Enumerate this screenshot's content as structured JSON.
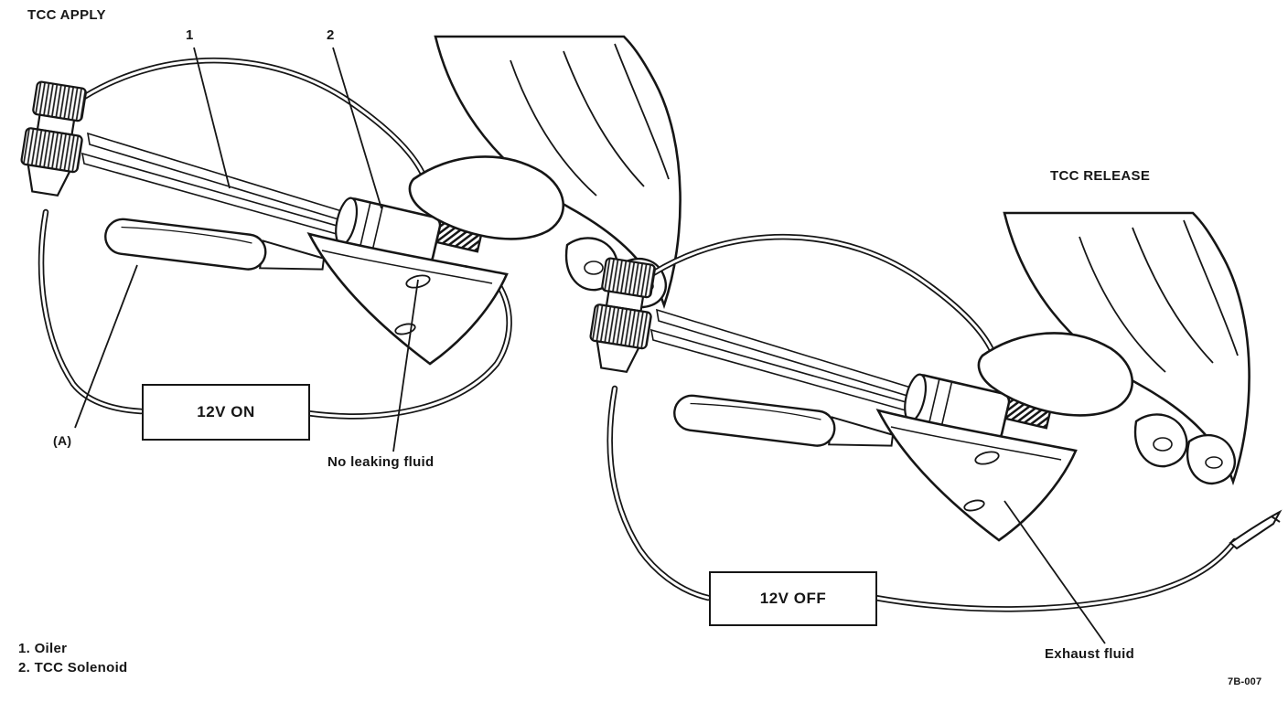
{
  "figure": {
    "panels": {
      "apply": {
        "title": "TCC APPLY",
        "callout_1": "1",
        "callout_2": "2",
        "callout_a": "(A)",
        "power_box": "12V ON",
        "note": "No leaking fluid"
      },
      "release": {
        "title": "TCC RELEASE",
        "power_box": "12V OFF",
        "note": "Exhaust fluid"
      }
    },
    "legend": [
      "1. Oiler",
      "2. TCC Solenoid"
    ],
    "figure_code": "7B-007",
    "colors": {
      "ink": "#161616",
      "paper": "#ffffff"
    }
  }
}
